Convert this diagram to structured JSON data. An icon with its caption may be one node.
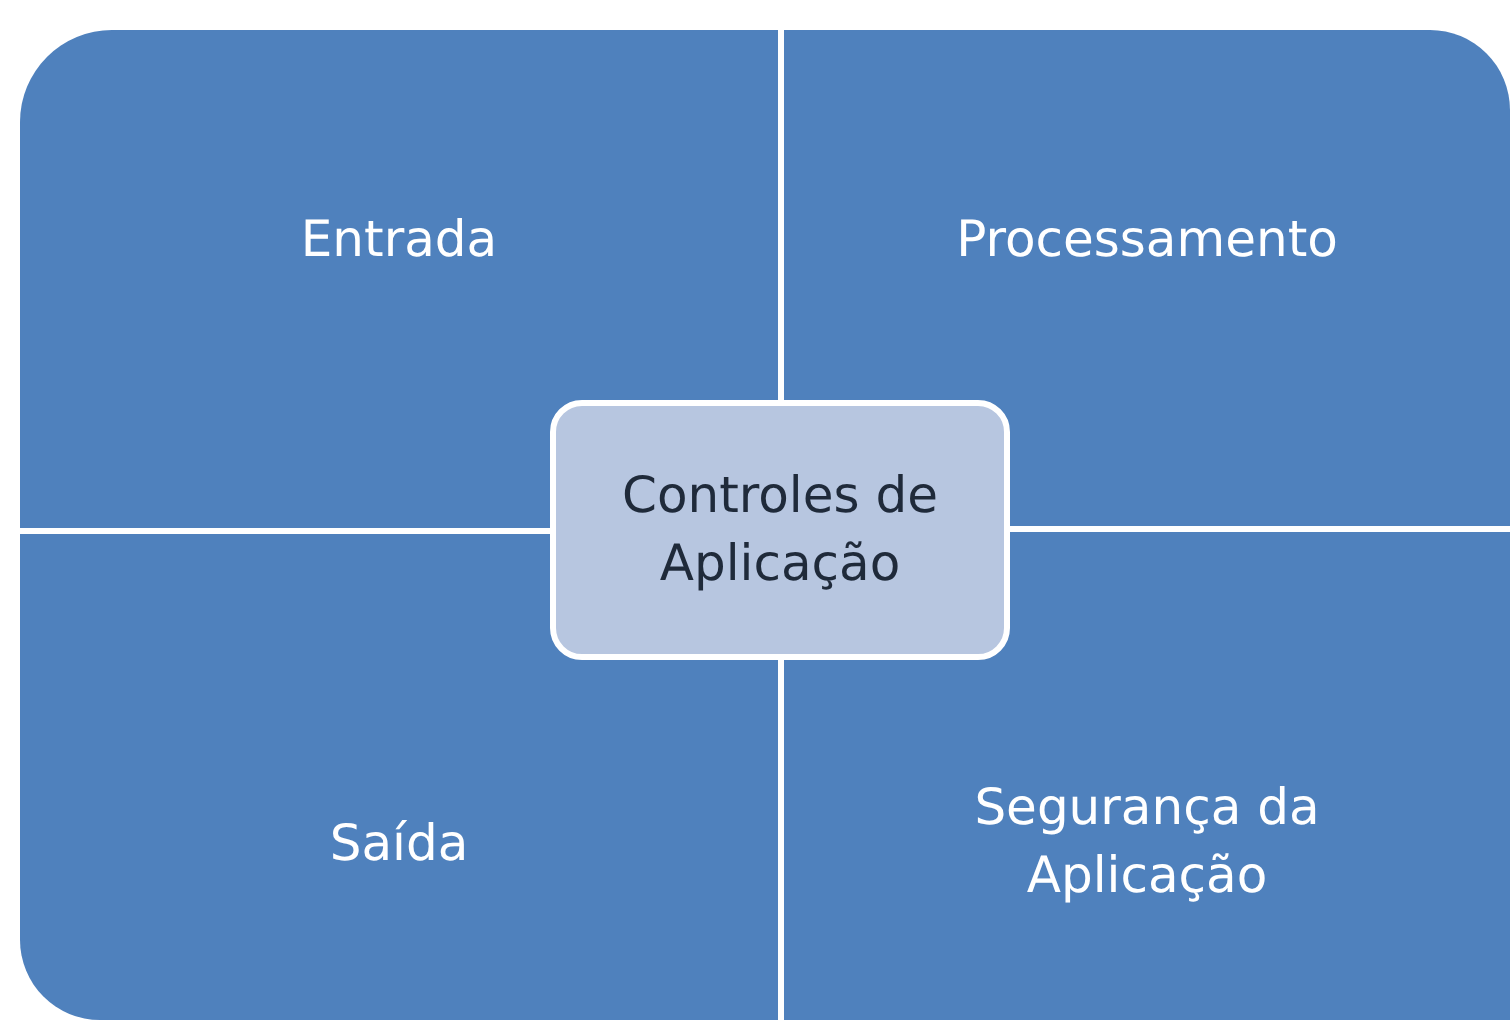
{
  "diagram": {
    "nodes": [
      {
        "text": [
          "Entrada"
        ]
      },
      {
        "text": [
          "Processamento"
        ]
      },
      {
        "text": [
          "Controles de Aplicação"
        ]
      },
      {
        "text": [
          "Saída"
        ]
      },
      {
        "text": [
          "Segurança da Aplicação"
        ]
      }
    ]
  }
}
